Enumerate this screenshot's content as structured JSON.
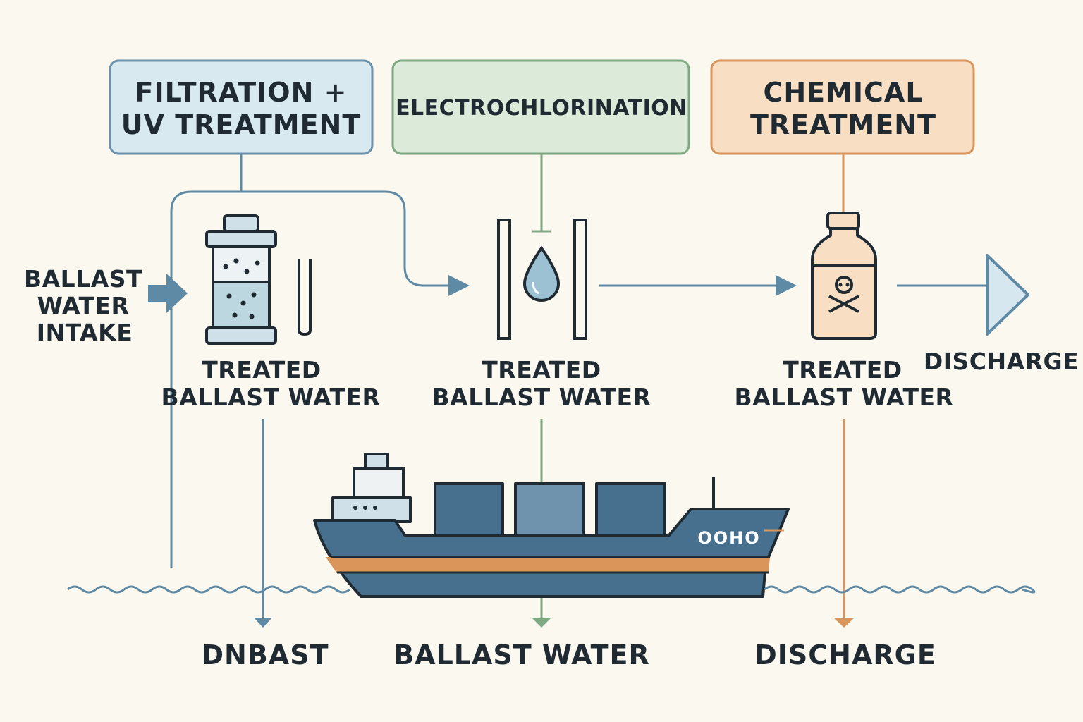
{
  "stages": [
    {
      "title_lines": [
        "FILTRATION +",
        "UV TREATMENT"
      ],
      "color": "#6d93ab",
      "fill": "#d9e9f0",
      "output_label": [
        "TREATED",
        "BALLAST WATER"
      ],
      "bottom_label": "DNBAST"
    },
    {
      "title_lines": [
        "ELECTROCHLORINATION"
      ],
      "color": "#7fa982",
      "fill": "#dcebd9",
      "output_label": [
        "TREATED",
        "BALLAST WATER"
      ],
      "bottom_label": "BALLAST WATER"
    },
    {
      "title_lines": [
        "CHEMICAL",
        "TREATMENT"
      ],
      "color": "#d9955a",
      "fill": "#f8dfc4",
      "output_label": [
        "TREATED",
        "BALLAST WATER"
      ],
      "bottom_label": "DISCHARGE"
    }
  ],
  "intake_label": [
    "BALLAST",
    "WATER",
    "INTAKE"
  ],
  "discharge_label": "DISCHARGE",
  "ship_name": "OOHO",
  "colors": {
    "flow": "#5f8aa6",
    "ink": "#1f2a33",
    "hull": "#46708e",
    "stripe": "#d9955a",
    "container_dark": "#46708e",
    "container_light": "#6f93ad",
    "water": "#5f8aa6"
  },
  "icons": [
    "filter-cartridge-icon",
    "uv-lamp-icon",
    "electrode-plates-icon",
    "water-drop-icon",
    "poison-bottle-icon",
    "skull-crossbones-icon",
    "cargo-ship-icon",
    "discharge-arrow-icon"
  ]
}
